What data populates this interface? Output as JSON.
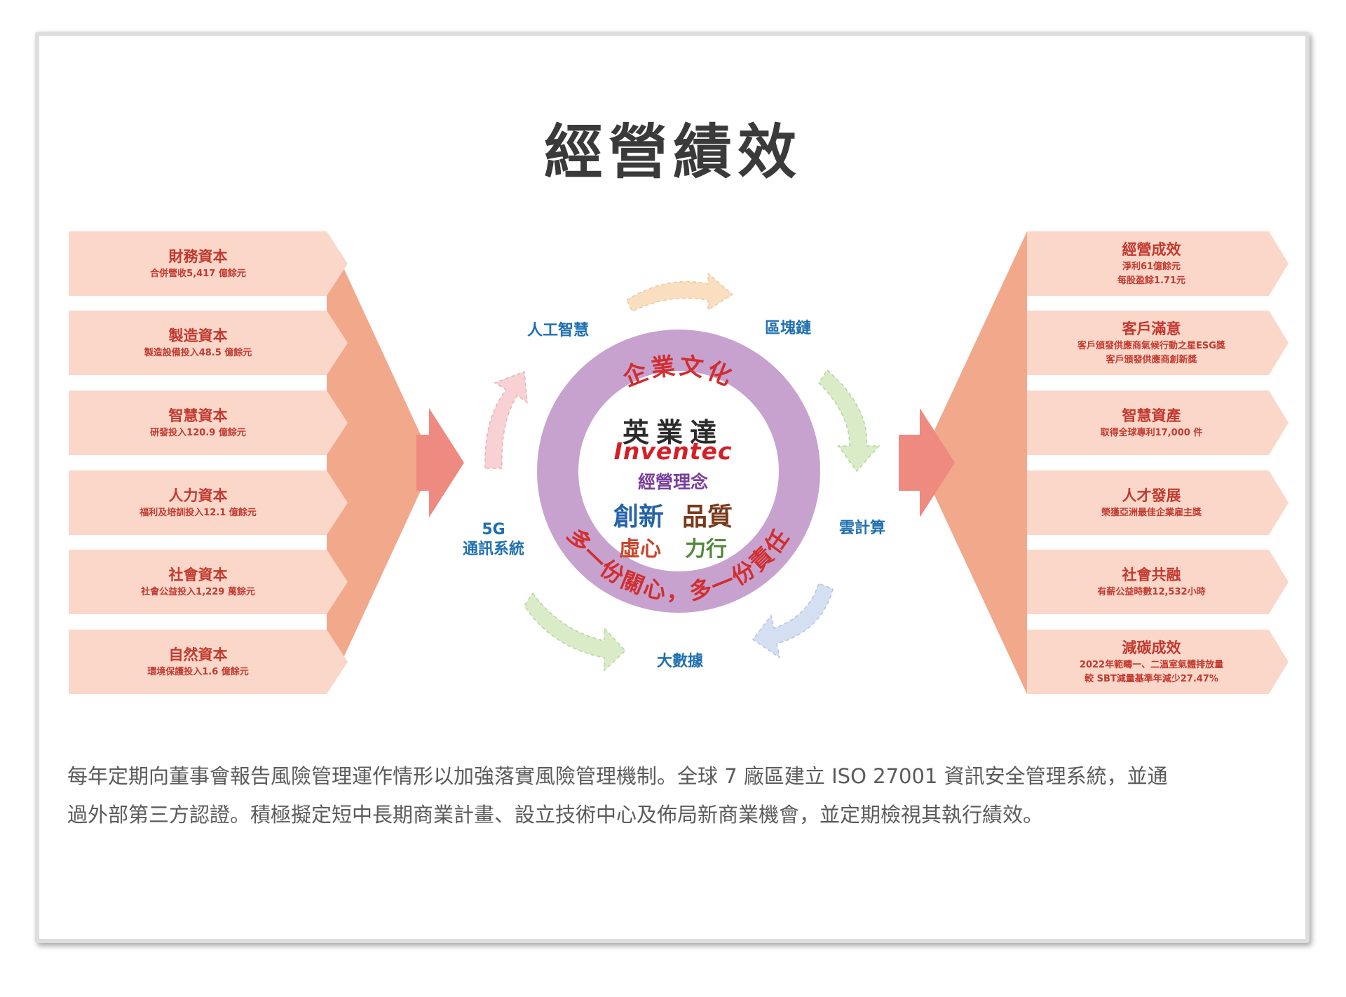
{
  "title": "經營績效",
  "left_items": [
    {
      "title": "財務資本",
      "desc": "合併營收5,417 億餘元"
    },
    {
      "title": "製造資本",
      "desc": "製造設備投入48.5 億餘元"
    },
    {
      "title": "智慧資本",
      "desc": "研發投入120.9 億餘元"
    },
    {
      "title": "人力資本",
      "desc": "福利及培訓投入12.1 億餘元"
    },
    {
      "title": "社會資本",
      "desc": "社會公益投入1,229 萬餘元"
    },
    {
      "title": "自然資本",
      "desc": "環境保護投入1.6 億餘元"
    }
  ],
  "right_items": [
    {
      "title": "經營成效",
      "lines": [
        "淨利61億餘元",
        "每股盈餘1.71元"
      ]
    },
    {
      "title": "客戶滿意",
      "lines": [
        "客戶頒發供應商氣候行動之星ESG獎",
        "客戶頒發供應商創新獎"
      ]
    },
    {
      "title": "智慧資產",
      "lines": [
        "取得全球專利17,000 件"
      ]
    },
    {
      "title": "人才發展",
      "lines": [
        "榮獲亞洲最佳企業雇主獎"
      ]
    },
    {
      "title": "社會共融",
      "lines": [
        "有薪公益時數12,532小時"
      ]
    },
    {
      "title": "減碳成效",
      "lines": [
        "2022年範疇一、二溫室氣體排放量",
        "較 SBT減量基準年減少27.47%"
      ]
    }
  ],
  "center": {
    "culture": "企業文化",
    "company_cn": "英業達",
    "company_en": "Inventec",
    "philosophy_label": "經營理念",
    "values": [
      "創新",
      "品質",
      "虛心",
      "力行"
    ],
    "motto": "多一份關心，多一份責任"
  },
  "technologies": {
    "ai": "人工智慧",
    "blockchain": "區塊鏈",
    "cloud": "雲計算",
    "big_data": "大數據",
    "fiveg_line1": "5G",
    "fiveg_line2": "通訊系統"
  },
  "paragraph": [
    "每年定期向董事會報告風險管理運作情形以加強落實風險管理機制。全球 7 廠區建立 ISO 27001 資訊安全管理系統，並通",
    "過外部第三方認證。積極擬定短中長期商業計畫、設立技術中心及佈局新商業機會，並定期檢視其執行績效。"
  ],
  "colors": {
    "box_fill": "#fbd7c9",
    "funnel": "#f1a88b",
    "arrow": "#ef8a80",
    "caption": "#c2392f",
    "ring": "#c7a2cf",
    "culture_text": "#d12e2e",
    "tech_text": "#1f6fb0",
    "arrow_top": "#f9dfc0",
    "arrow_right": "#d9ebc7",
    "arrow_bottom_right": "#d5dff2",
    "arrow_bottom_left": "#d9ebc7",
    "arrow_left": "#f7d1d3"
  }
}
